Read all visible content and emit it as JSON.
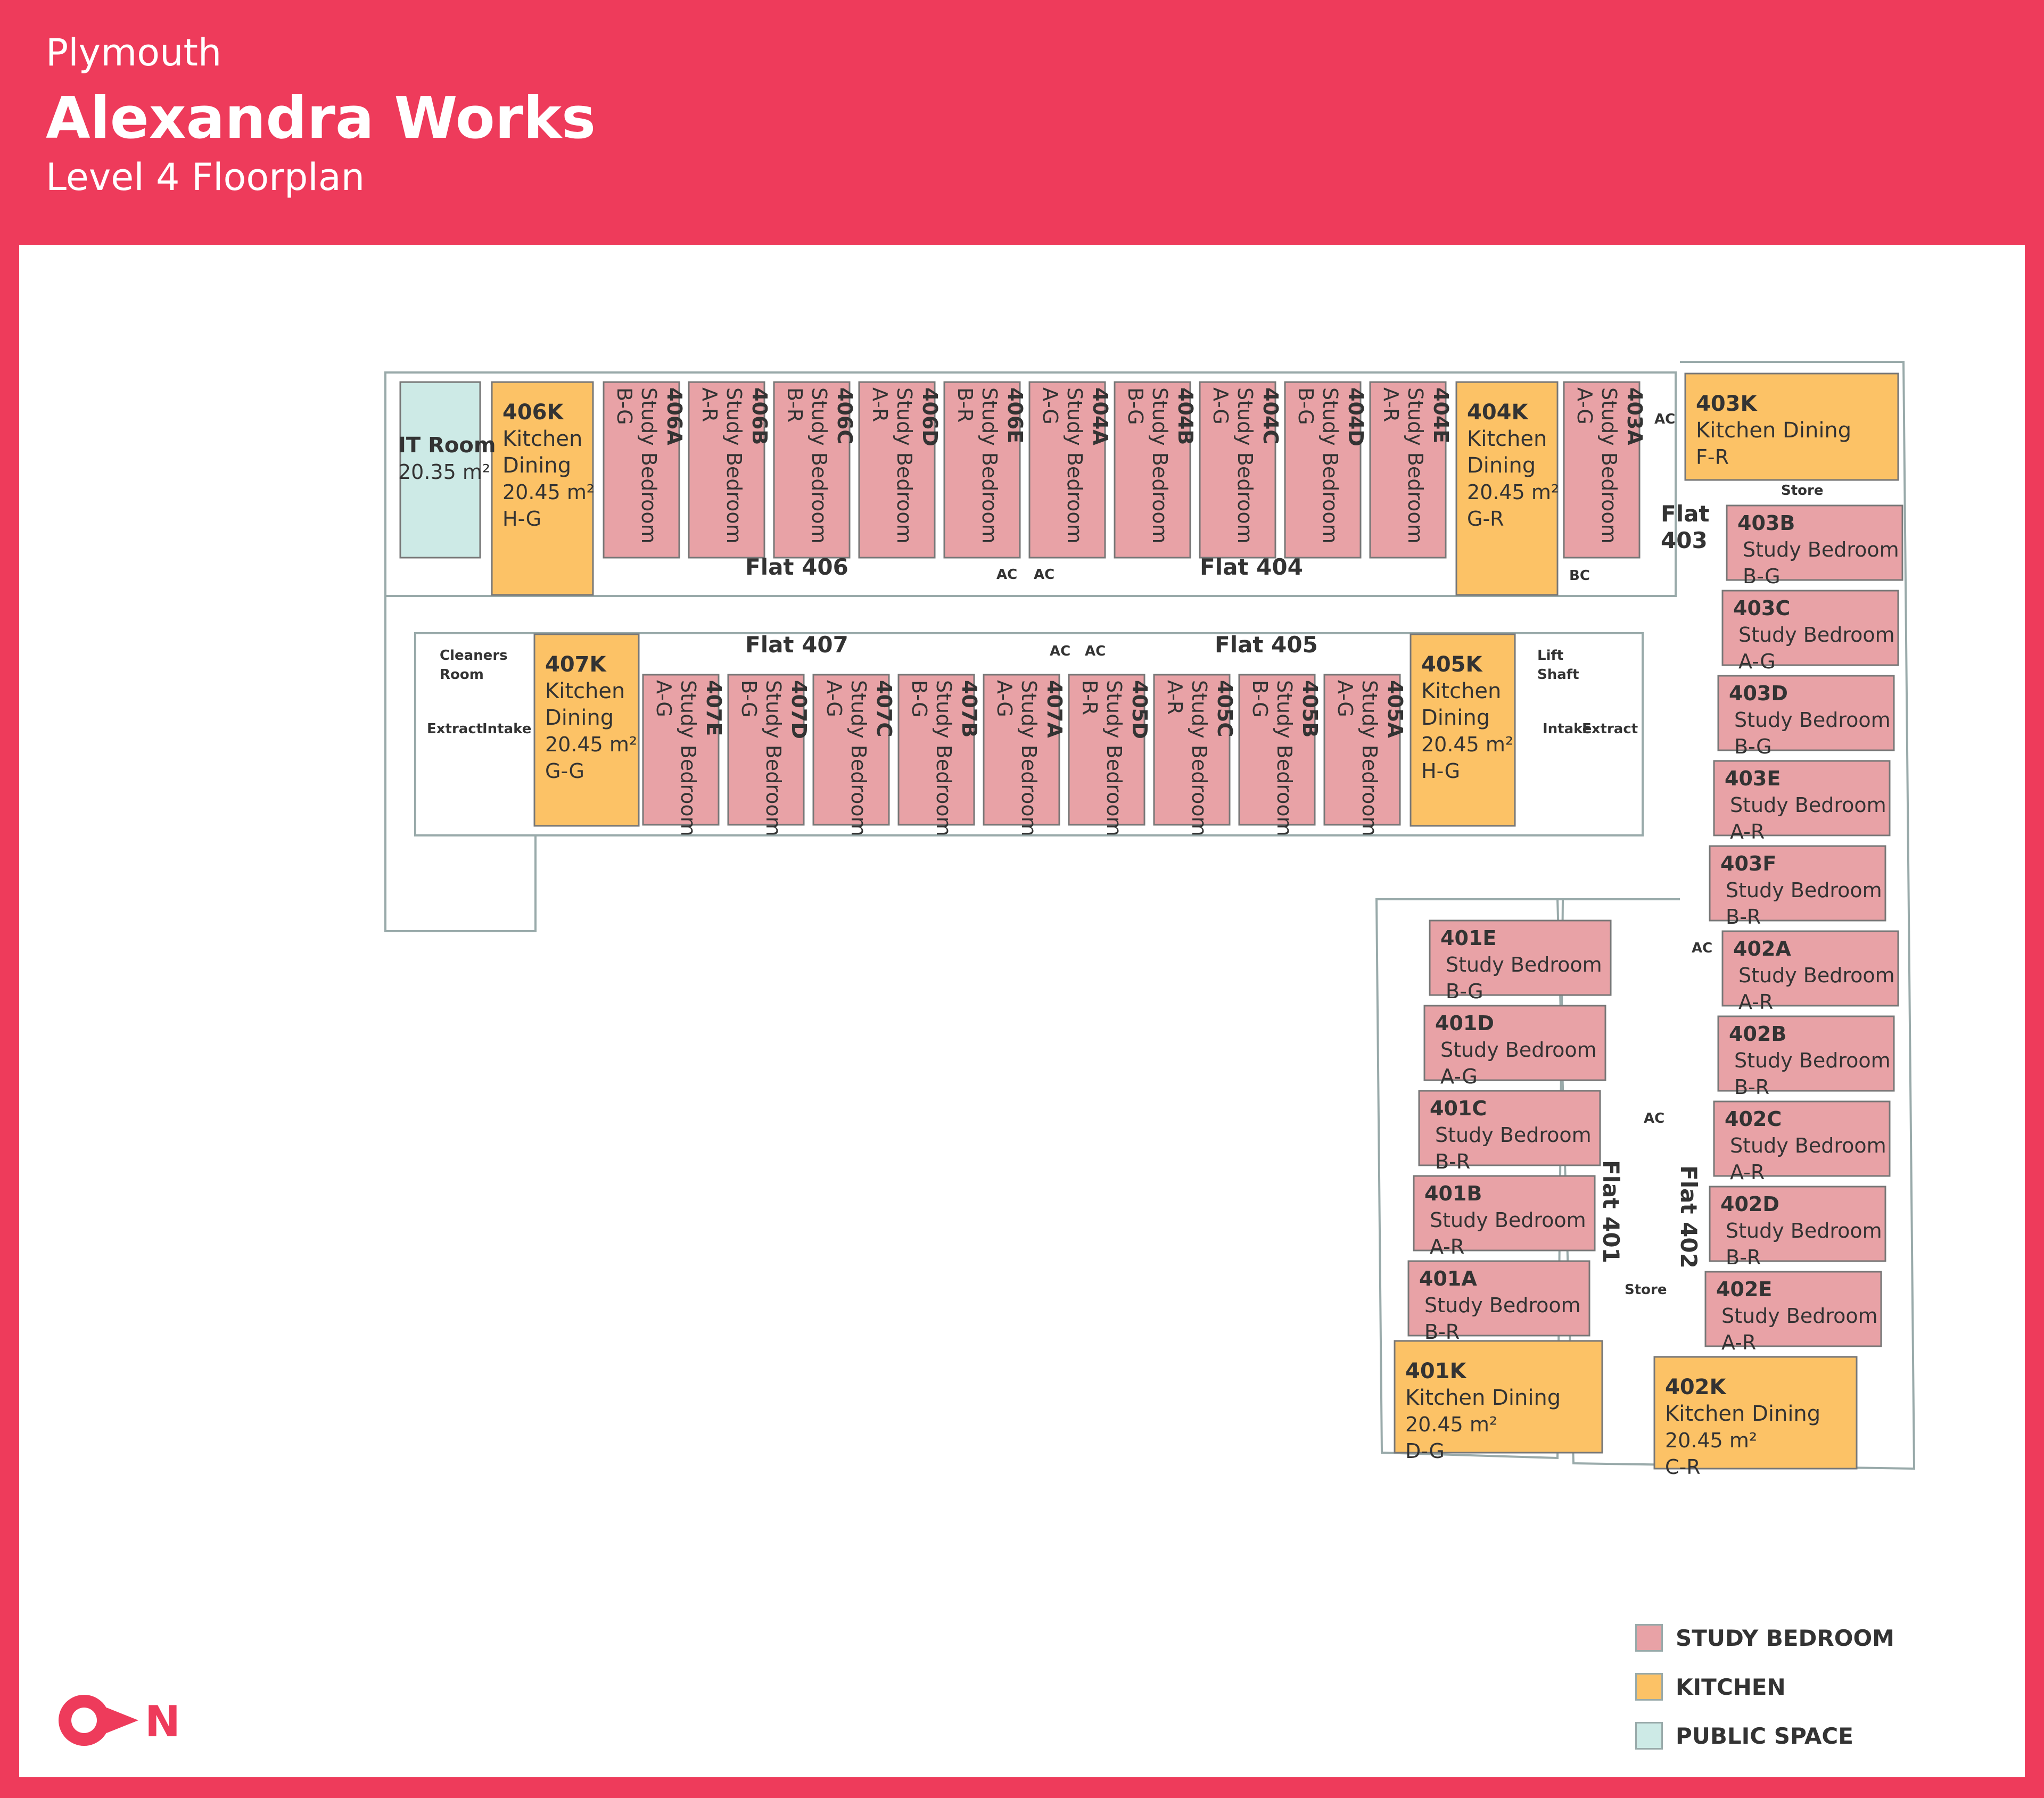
{
  "header": {
    "city": "Plymouth",
    "title": "Alexandra Works",
    "subtitle": "Level 4 Floorplan"
  },
  "colors": {
    "accent": "#ee3b5b",
    "bedroom": "#e8a2a6",
    "kitchen": "#fcc266",
    "public": "#cdeae6"
  },
  "plan": {
    "top_bedrooms": [
      {
        "id": "406A",
        "label": "Study Bedroom",
        "grade": "B-G"
      },
      {
        "id": "406B",
        "label": "Study Bedroom",
        "grade": "A-R"
      },
      {
        "id": "406C",
        "label": "Study Bedroom",
        "grade": "B-R"
      },
      {
        "id": "406D",
        "label": "Study Bedroom",
        "grade": "A-R"
      },
      {
        "id": "406E",
        "label": "Study Bedroom",
        "grade": "B-R"
      },
      {
        "id": "404A",
        "label": "Study Bedroom",
        "grade": "A-G"
      },
      {
        "id": "404B",
        "label": "Study Bedroom",
        "grade": "B-G"
      },
      {
        "id": "404C",
        "label": "Study Bedroom",
        "grade": "A-G"
      },
      {
        "id": "404D",
        "label": "Study Bedroom",
        "grade": "B-G"
      },
      {
        "id": "404E",
        "label": "Study Bedroom",
        "grade": "A-R"
      },
      {
        "id": "403A",
        "label": "Study Bedroom",
        "grade": "A-G"
      }
    ],
    "mid_bedrooms": [
      {
        "id": "407E",
        "label": "Study Bedroom",
        "grade": "A-G"
      },
      {
        "id": "407D",
        "label": "Study Bedroom",
        "grade": "B-G"
      },
      {
        "id": "407C",
        "label": "Study Bedroom",
        "grade": "A-G"
      },
      {
        "id": "407B",
        "label": "Study Bedroom",
        "grade": "B-G"
      },
      {
        "id": "407A",
        "label": "Study Bedroom",
        "grade": "A-G"
      },
      {
        "id": "405D",
        "label": "Study Bedroom",
        "grade": "B-R"
      },
      {
        "id": "405C",
        "label": "Study Bedroom",
        "grade": "A-R"
      },
      {
        "id": "405B",
        "label": "Study Bedroom",
        "grade": "B-G"
      },
      {
        "id": "405A",
        "label": "Study Bedroom",
        "grade": "A-G"
      }
    ],
    "flat403_bedrooms": [
      {
        "id": "403B",
        "label": "Study Bedroom",
        "grade": "B-G"
      },
      {
        "id": "403C",
        "label": "Study Bedroom",
        "grade": "A-G"
      },
      {
        "id": "403D",
        "label": "Study Bedroom",
        "grade": "B-G"
      },
      {
        "id": "403E",
        "label": "Study Bedroom",
        "grade": "A-R"
      },
      {
        "id": "403F",
        "label": "Study Bedroom",
        "grade": "B-R"
      }
    ],
    "flat402_bedrooms": [
      {
        "id": "402A",
        "label": "Study Bedroom",
        "grade": "A-R"
      },
      {
        "id": "402B",
        "label": "Study Bedroom",
        "grade": "B-R"
      },
      {
        "id": "402C",
        "label": "Study Bedroom",
        "grade": "A-R"
      },
      {
        "id": "402D",
        "label": "Study Bedroom",
        "grade": "B-R"
      },
      {
        "id": "402E",
        "label": "Study Bedroom",
        "grade": "A-R"
      }
    ],
    "flat401_bedrooms": [
      {
        "id": "401E",
        "label": "Study Bedroom",
        "grade": "B-G"
      },
      {
        "id": "401D",
        "label": "Study Bedroom",
        "grade": "A-G"
      },
      {
        "id": "401C",
        "label": "Study Bedroom",
        "grade": "B-R"
      },
      {
        "id": "401B",
        "label": "Study Bedroom",
        "grade": "A-R"
      },
      {
        "id": "401A",
        "label": "Study Bedroom",
        "grade": "B-R"
      }
    ],
    "kitchens": {
      "406K": {
        "id": "406K",
        "line1": "Kitchen",
        "line2": "Dining",
        "area": "20.45 m²",
        "grade": "H-G"
      },
      "404K": {
        "id": "404K",
        "line1": "Kitchen",
        "line2": "Dining",
        "area": "20.45 m²",
        "grade": "G-R"
      },
      "407K": {
        "id": "407K",
        "line1": "Kitchen",
        "line2": "Dining",
        "area": "20.45 m²",
        "grade": "G-G"
      },
      "405K": {
        "id": "405K",
        "line1": "Kitchen",
        "line2": "Dining",
        "area": "20.45 m²",
        "grade": "H-G"
      },
      "403K": {
        "id": "403K",
        "line1": "Kitchen Dining",
        "grade": "F-R"
      },
      "401K": {
        "id": "401K",
        "line1": "Kitchen Dining",
        "area": "20.45 m²",
        "grade": "D-G"
      },
      "402K": {
        "id": "402K",
        "line1": "Kitchen Dining",
        "area": "20.45 m²",
        "grade": "C-R"
      }
    },
    "it_room": {
      "name": "IT Room",
      "area": "20.35 m²"
    },
    "flats": {
      "f406": "Flat 406",
      "f404": "Flat 404",
      "f407": "Flat 407",
      "f405": "Flat 405",
      "f403a": "Flat",
      "f403b": "403",
      "f401": "Flat 401",
      "f402": "Flat 402"
    },
    "service": {
      "ac": "AC",
      "bc": "BC",
      "store": "Store",
      "cleaners1": "Cleaners",
      "cleaners2": "Room",
      "extract": "Extract",
      "intake": "Intake",
      "lift1": "Lift",
      "lift2": "Shaft"
    }
  },
  "legend": [
    {
      "label": "STUDY BEDROOM",
      "color": "#e8a2a6"
    },
    {
      "label": "KITCHEN",
      "color": "#fcc266"
    },
    {
      "label": "PUBLIC SPACE",
      "color": "#cdeae6"
    }
  ],
  "north": {
    "letter": "N",
    "icon": "north-arrow-icon"
  }
}
